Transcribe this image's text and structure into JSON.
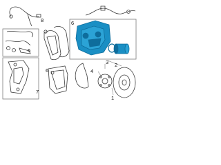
{
  "callouts": [
    "1",
    "2",
    "3",
    "4",
    "5",
    "6",
    "7",
    "8"
  ],
  "colors": {
    "line": "#3a3a3a",
    "box": "#7a7a7a",
    "highlight": "#1a8fc4",
    "highlight_dark": "#0e6d9c",
    "background": "#ffffff"
  }
}
